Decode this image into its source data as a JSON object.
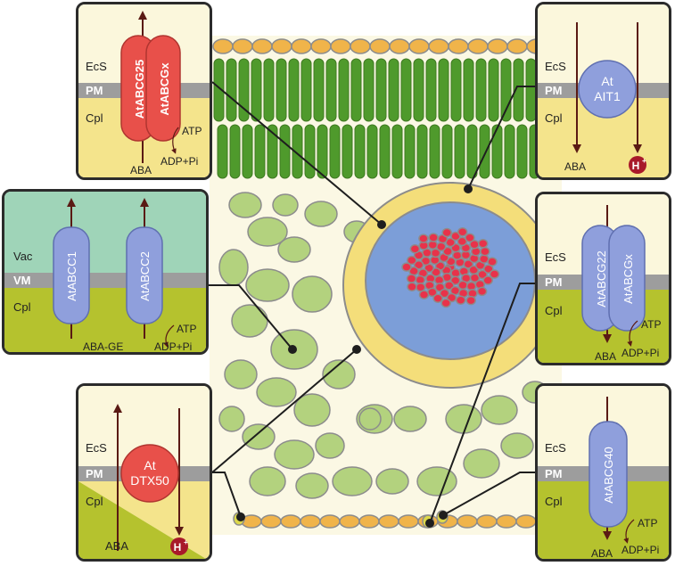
{
  "colors": {
    "outside_fill": "#fbf7dc",
    "cytoplasm_yellow": "#f4e48c",
    "cytoplasm_green": "#b5c22e",
    "vacuole": "#9fd4b8",
    "membrane": "#9d9d9d",
    "red_transporter": "#e8504a",
    "blue_transporter": "#8f9fdc",
    "arrow": "#5a1a14",
    "palisade": "#4f9a2c",
    "spongy": "#b3d27e",
    "epidermis": "#f0b44a",
    "bundle_sheath": "#f4de7a",
    "phloem": "#7c9ed8",
    "xylem": "#e8324a"
  },
  "panels": {
    "abcg25": {
      "labels": {
        "outside": "EcS",
        "membrane": "PM",
        "inside": "Cpl"
      },
      "proteins": [
        "AtABCG25",
        "AtABCGx"
      ],
      "substrate": "ABA",
      "energy_in": "ATP",
      "energy_out": "ADP+Pi"
    },
    "ait1": {
      "labels": {
        "outside": "EcS",
        "membrane": "PM",
        "inside": "Cpl"
      },
      "protein_line1": "At",
      "protein_line2": "AIT1",
      "substrate": "ABA",
      "ion": "H",
      "ion_charge": "+"
    },
    "abcc": {
      "labels": {
        "outside": "Vac",
        "membrane": "VM",
        "inside": "Cpl"
      },
      "proteins": [
        "AtABCC1",
        "AtABCC2"
      ],
      "substrate": "ABA-GE",
      "energy_in": "ATP",
      "energy_out": "ADP+Pi"
    },
    "abcg22": {
      "labels": {
        "outside": "EcS",
        "membrane": "PM",
        "inside": "Cpl"
      },
      "proteins": [
        "AtABCG22",
        "AtABCGx"
      ],
      "substrate": "ABA",
      "energy_in": "ATP",
      "energy_out": "ADP+Pi"
    },
    "dtx50": {
      "labels": {
        "outside": "EcS",
        "membrane": "PM",
        "inside": "Cpl"
      },
      "protein_line1": "At",
      "protein_line2": "DTX50",
      "substrate": "ABA",
      "ion": "H",
      "ion_charge": "+"
    },
    "abcg40": {
      "labels": {
        "outside": "EcS",
        "membrane": "PM",
        "inside": "Cpl"
      },
      "protein": "AtABCG40",
      "substrate": "ABA",
      "energy_in": "ATP",
      "energy_out": "ADP+Pi"
    }
  }
}
